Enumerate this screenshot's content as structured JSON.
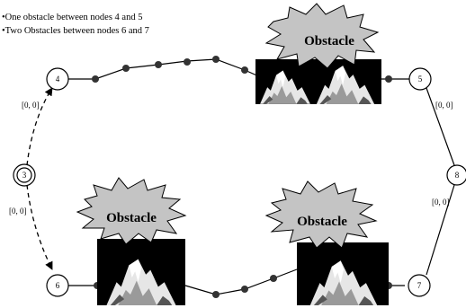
{
  "notes": [
    "•One obstacle between nodes 4 and 5",
    "•Two Obstacles between nodes 6 and 7"
  ],
  "nodes": [
    {
      "id": "3",
      "label": "3",
      "double_ring": true
    },
    {
      "id": "4",
      "label": "4"
    },
    {
      "id": "5",
      "label": "5"
    },
    {
      "id": "6",
      "label": "6"
    },
    {
      "id": "7",
      "label": "7"
    },
    {
      "id": "8",
      "label": "8"
    }
  ],
  "edge_labels": {
    "e3_4": "[0, 0]",
    "e3_6": "[0, 0]",
    "e5_8": "[0, 0]",
    "e8_7": "[0, 0]"
  },
  "obstacles": [
    {
      "id": "obstacle-top",
      "label": "Obstacle"
    },
    {
      "id": "obstacle-bottom-left",
      "label": "Obstacle"
    },
    {
      "id": "obstacle-bottom-right",
      "label": "Obstacle"
    }
  ],
  "colors": {
    "line": "#000000",
    "burst_fill": "#c4c4c4",
    "terrain_bg": "#000000",
    "terrain_fg": "#e6e6e6"
  }
}
